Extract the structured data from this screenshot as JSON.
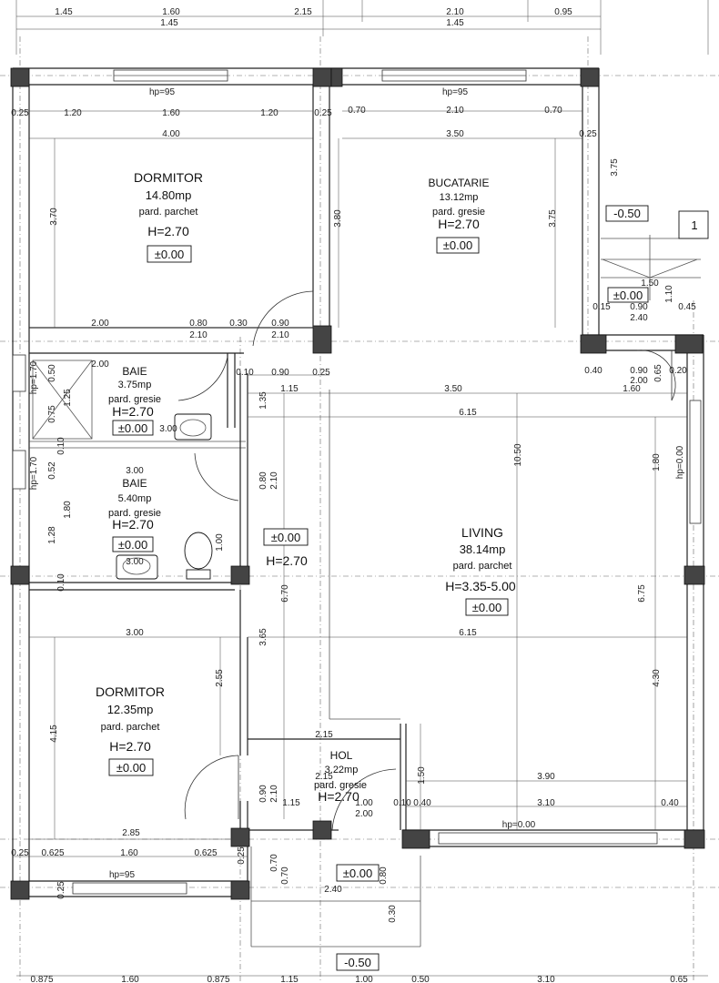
{
  "top_dims_row1": [
    "1.45",
    "1.60",
    "2.15",
    "2.10",
    "0.95"
  ],
  "top_dims_row2": [
    "1.45",
    "1.45"
  ],
  "window_hp_95": "hp=95",
  "window_hp_0": "hp=0.00",
  "window_hp_170": "hp=1.70",
  "rooms": {
    "dormitor1": {
      "name": "DORMITOR",
      "area": "14.80mp",
      "floor": "pard. parchet",
      "height": "H=2.70",
      "level": "±0.00"
    },
    "bucatarie": {
      "name": "BUCATARIE",
      "area": "13.12mp",
      "floor": "pard. gresie",
      "height": "H=2.70",
      "level": "±0.00"
    },
    "baie1": {
      "name": "BAIE",
      "area": "3.75mp",
      "floor": "pard. gresie",
      "height": "H=2.70",
      "level": "±0.00"
    },
    "baie2": {
      "name": "BAIE",
      "area": "5.40mp",
      "floor": "pard. gresie",
      "height": "H=2.70",
      "level": "±0.00"
    },
    "living": {
      "name": "LIVING",
      "area": "38.14mp",
      "floor": "pard. parchet",
      "height": "H=3.35-5.00",
      "level": "±0.00"
    },
    "hall_level": {
      "level": "±0.00",
      "height": "H=2.70"
    },
    "dormitor2": {
      "name": "DORMITOR",
      "area": "12.35mp",
      "floor": "pard. parchet",
      "height": "H=2.70",
      "level": "±0.00"
    },
    "hol": {
      "name": "HOL",
      "area": "3.22mp",
      "floor": "pard. gresie",
      "height": "H=2.70"
    }
  },
  "levels": {
    "terrace": "-0.50",
    "terrace_mid": "±0.00",
    "entry": "±0.00",
    "entry_bottom": "-0.50",
    "section_marker": "1"
  },
  "dims": {
    "d_025a": "0.25",
    "d_120a": "1.20",
    "d_160a": "1.60",
    "d_120b": "1.20",
    "d_025b": "0.25",
    "d_070a": "0.70",
    "d_210a": "2.10",
    "d_070b": "0.70",
    "d_400": "4.00",
    "d_350a": "3.50",
    "d_025c": "0.25",
    "d_370": "3.70",
    "d_380": "3.80",
    "d_375a": "3.75",
    "d_375b": "3.75",
    "d_150": "1.50",
    "d_110": "1.10",
    "d_015": "0.15",
    "d_090a": "0.90",
    "d_045": "0.45",
    "d_240a": "2.40",
    "d_200a": "2.00",
    "d_080a": "0.80",
    "d_030a": "0.30",
    "d_090b": "0.90",
    "d_210b": "2.10",
    "d_210c": "2.10",
    "d_200b": "2.00",
    "d_010": "0.10",
    "d_090c": "0.90",
    "d_025d": "0.25",
    "d_115a": "1.15",
    "d_350b": "3.50",
    "d_040a": "0.40",
    "d_090d": "0.90",
    "d_020": "0.20",
    "d_200c": "2.00",
    "d_160b": "1.60",
    "d_065": "0.65",
    "d_135": "1.35",
    "d_615a": "6.15",
    "d_170a": "1.70",
    "d_050": "0.50",
    "d_125": "1.25",
    "d_075": "0.75",
    "d_300a": "3.00",
    "d_010b": "0.10",
    "d_300b": "3.00",
    "d_052": "0.52",
    "d_180a": "1.80",
    "d_128": "1.28",
    "d_010c": "0.10",
    "d_300c": "3.00",
    "d_080b": "0.80",
    "d_210d": "2.10",
    "d_100": "1.00",
    "d_1050": "10.50",
    "d_180b": "1.80",
    "d_670": "6.70",
    "d_675": "6.75",
    "d_300d": "3.00",
    "d_615b": "6.15",
    "d_365": "3.65",
    "d_255": "2.55",
    "d_430": "4.30",
    "d_415": "4.15",
    "d_215a": "2.15",
    "d_215b": "2.15",
    "d_390": "3.90",
    "d_150b": "1.50",
    "d_090e": "0.90",
    "d_210e": "2.10",
    "d_115b": "1.15",
    "d_100b": "1.00",
    "d_200d": "2.00",
    "d_010d": "0.10",
    "d_040b": "0.40",
    "d_310": "3.10",
    "d_040c": "0.40",
    "d_285": "2.85",
    "d_025e": "0.25",
    "d_0625": "0.625",
    "d_160c": "1.60",
    "d_0625b": "0.625",
    "d_025f": "0.25",
    "d_070c": "0.70",
    "d_070d": "0.70",
    "d_080c": "0.80",
    "d_240b": "2.40",
    "d_030b": "0.30",
    "d_025g": "0.25"
  },
  "bottom_dims": [
    "0.875",
    "1.60",
    "0.875",
    "1.15",
    "1.00",
    "0.50",
    "3.10",
    "0.65"
  ]
}
